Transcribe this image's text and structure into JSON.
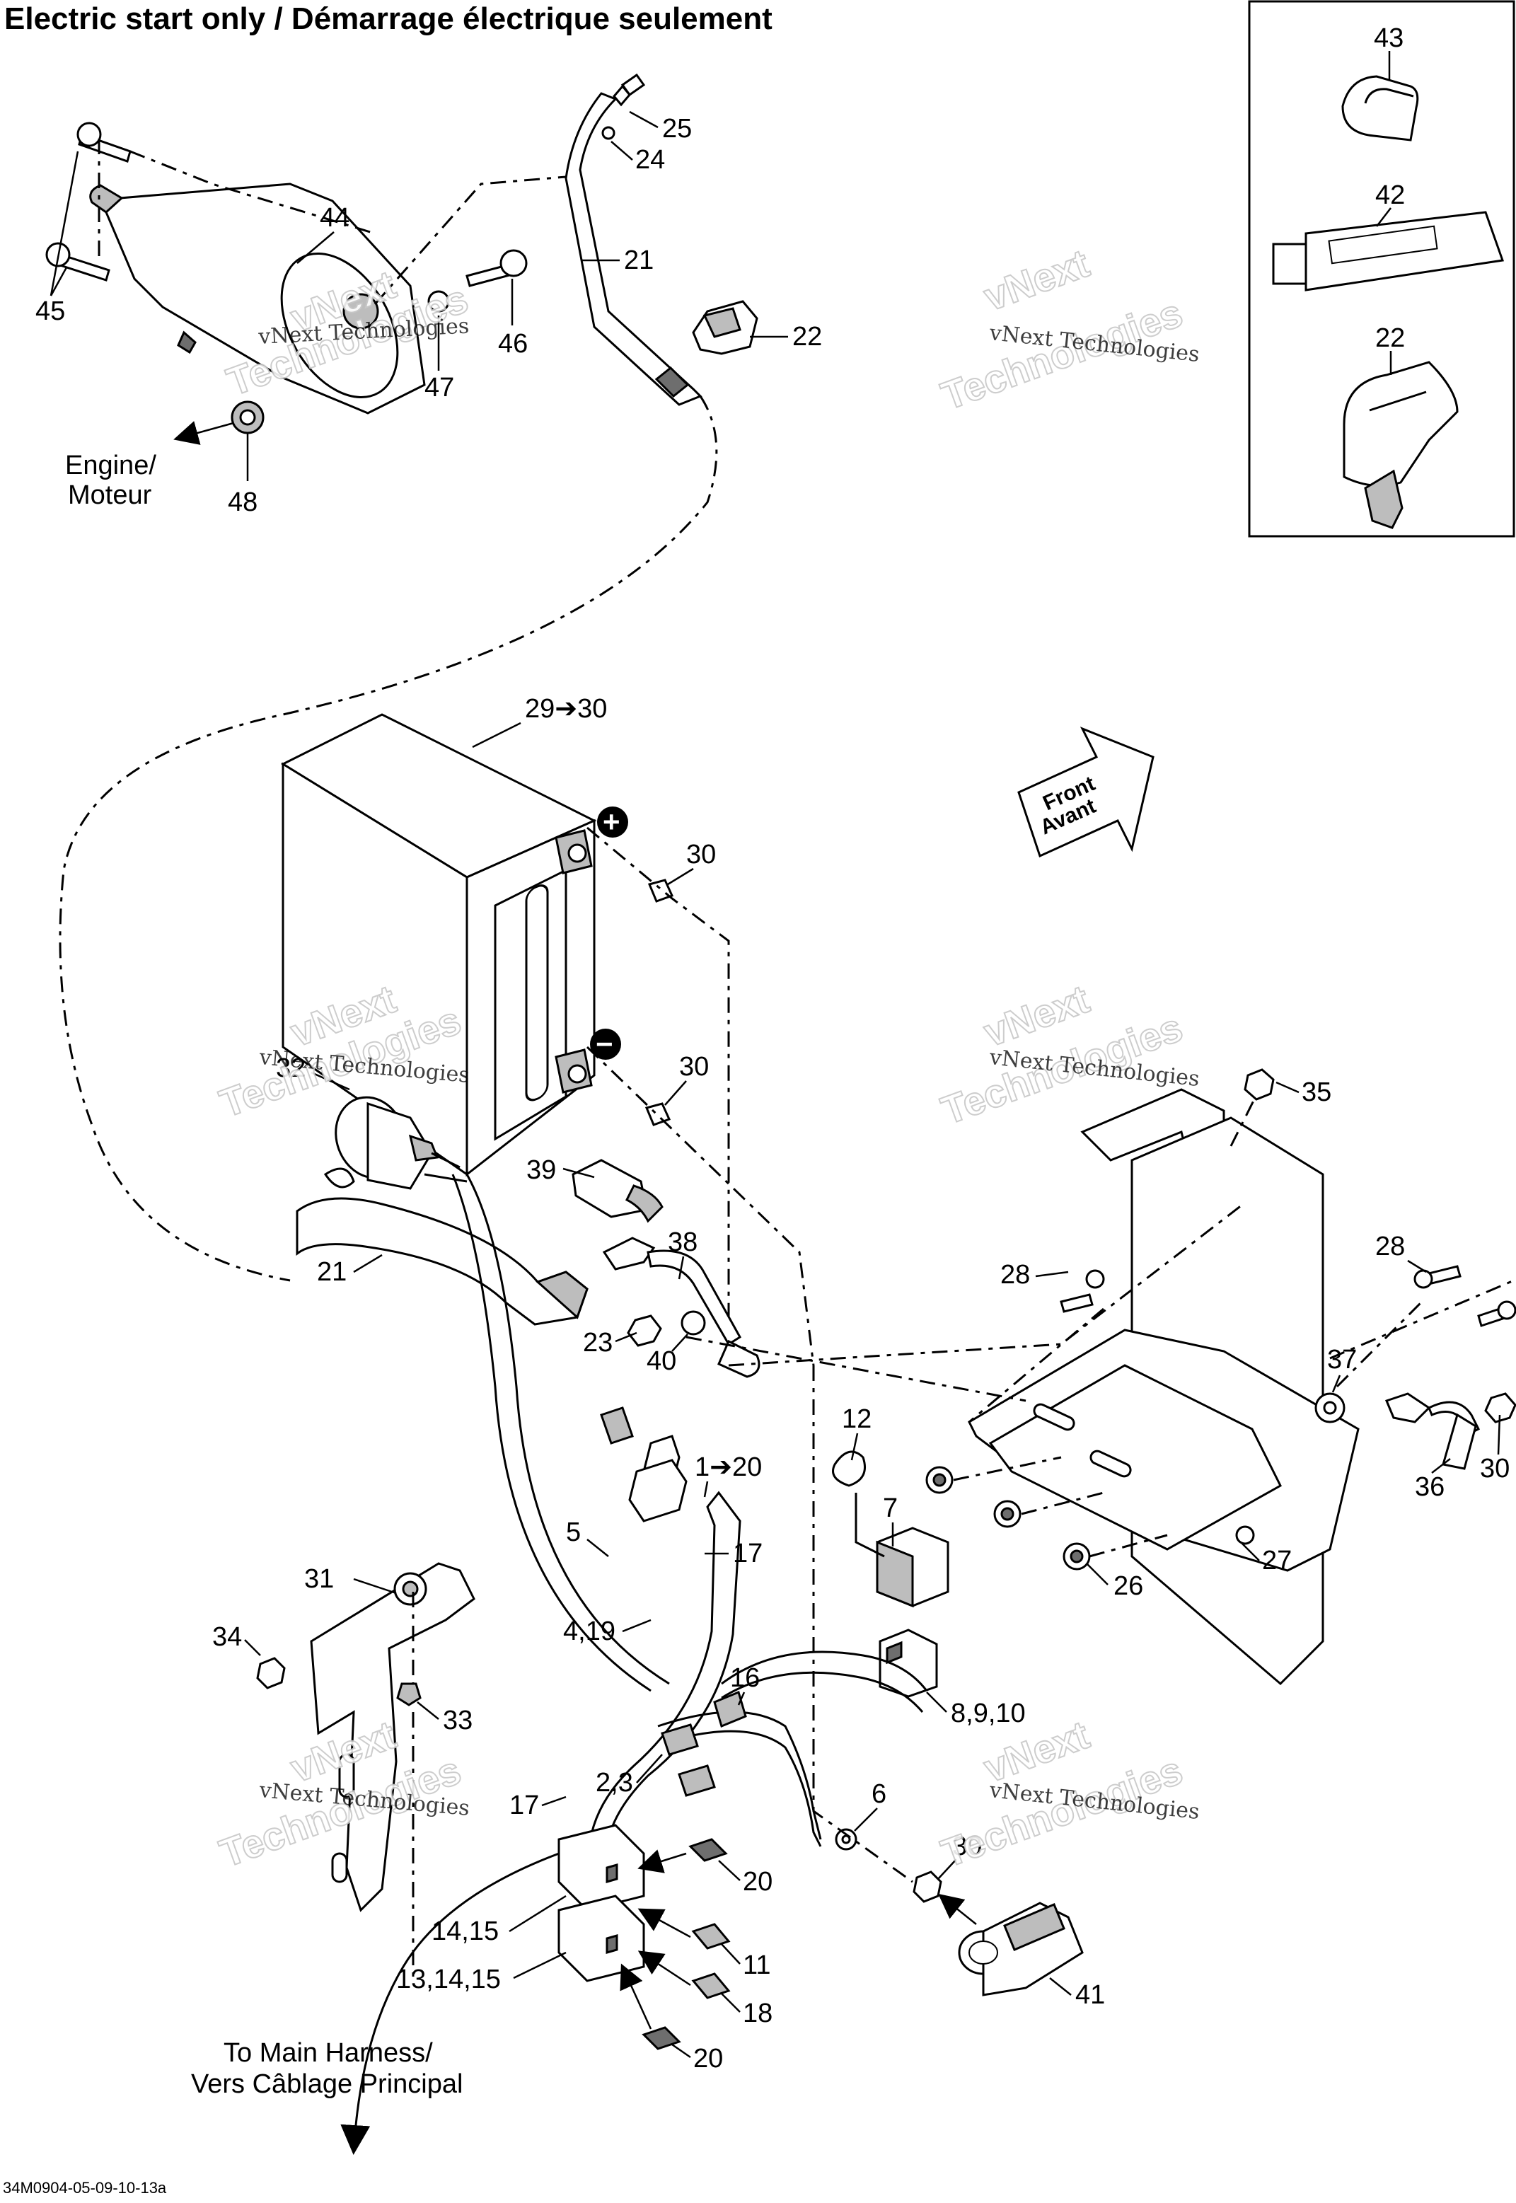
{
  "diagram": {
    "title": "Electric start only / Démarrage électrique seulement",
    "drawing_id": "34M0904-05-09-10-13a",
    "symbols": {
      "positive": "+",
      "negative": "−"
    },
    "direction": {
      "line1": "Front",
      "line2": "Avant"
    },
    "notes": {
      "engine_line1": "Engine/",
      "engine_line2": "Moteur",
      "harness_line1": "To Main Harness/",
      "harness_line2": "Vers Câblage Principal"
    },
    "watermark": {
      "name": "vNext Technologies",
      "word1": "vNext",
      "word2": "Technologies"
    },
    "parts": {
      "p43": "43",
      "p42": "42",
      "p22_box": "22",
      "p25": "25",
      "p24": "24",
      "p21_top": "21",
      "p22": "22",
      "p44": "44",
      "p45": "45",
      "p46": "46",
      "p47": "47",
      "p48": "48",
      "p29_30": "29➔30",
      "p30_a": "30",
      "p30_b": "30",
      "p32": "32",
      "p39": "39",
      "p38": "38",
      "p21_low": "21",
      "p23": "23",
      "p40": "40",
      "p35": "35",
      "p28_a": "28",
      "p28_b": "28",
      "p37": "37",
      "p36": "36",
      "p30_c": "30",
      "p27": "27",
      "p26": "26",
      "p12": "12",
      "p7": "7",
      "p8_9_10": "8,9,10",
      "p1_20": "1➔20",
      "p17_a": "17",
      "p5": "5",
      "p4_19": "4,19",
      "p31": "31",
      "p34": "34",
      "p33": "33",
      "p16": "16",
      "p2_3": "2,3",
      "p17_b": "17",
      "p6": "6",
      "p30_d": "30",
      "p20_a": "20",
      "p14_15": "14,15",
      "p11": "11",
      "p13_14_15": "13,14,15",
      "p18": "18",
      "p20_b": "20",
      "p41": "41"
    }
  }
}
